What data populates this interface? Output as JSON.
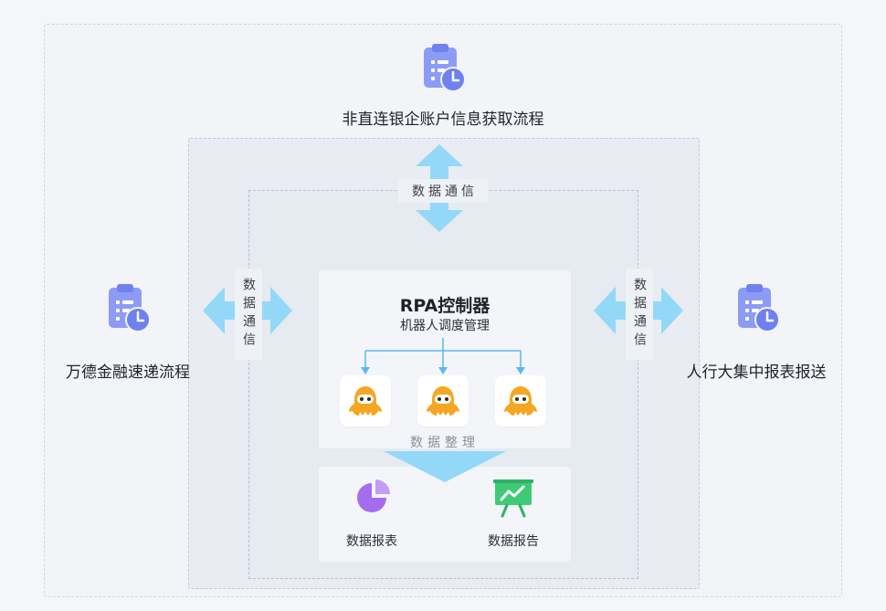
{
  "processes": {
    "top": "非直连银企账户信息获取流程",
    "left": "万德金融速递流程",
    "right": "人行大集中报表报送"
  },
  "comm_label": "数据通信",
  "controller": {
    "title": "RPA控制器",
    "subtitle": "机器人调度管理"
  },
  "sort_label": "数据整理",
  "outputs": {
    "report": "数据报表",
    "announce": "数据报告"
  },
  "icons": {
    "clipboard": "clipboard-clock-icon",
    "robot": "octopus-robot-icon",
    "report": "pie-chart-icon",
    "announce": "presentation-chart-icon"
  },
  "colors": {
    "clipboard": "#8c9cf5",
    "arrow": "#93d9f7",
    "robot": "#f5a623",
    "pie": "#a66cf0",
    "presentation": "#3fcb75"
  }
}
